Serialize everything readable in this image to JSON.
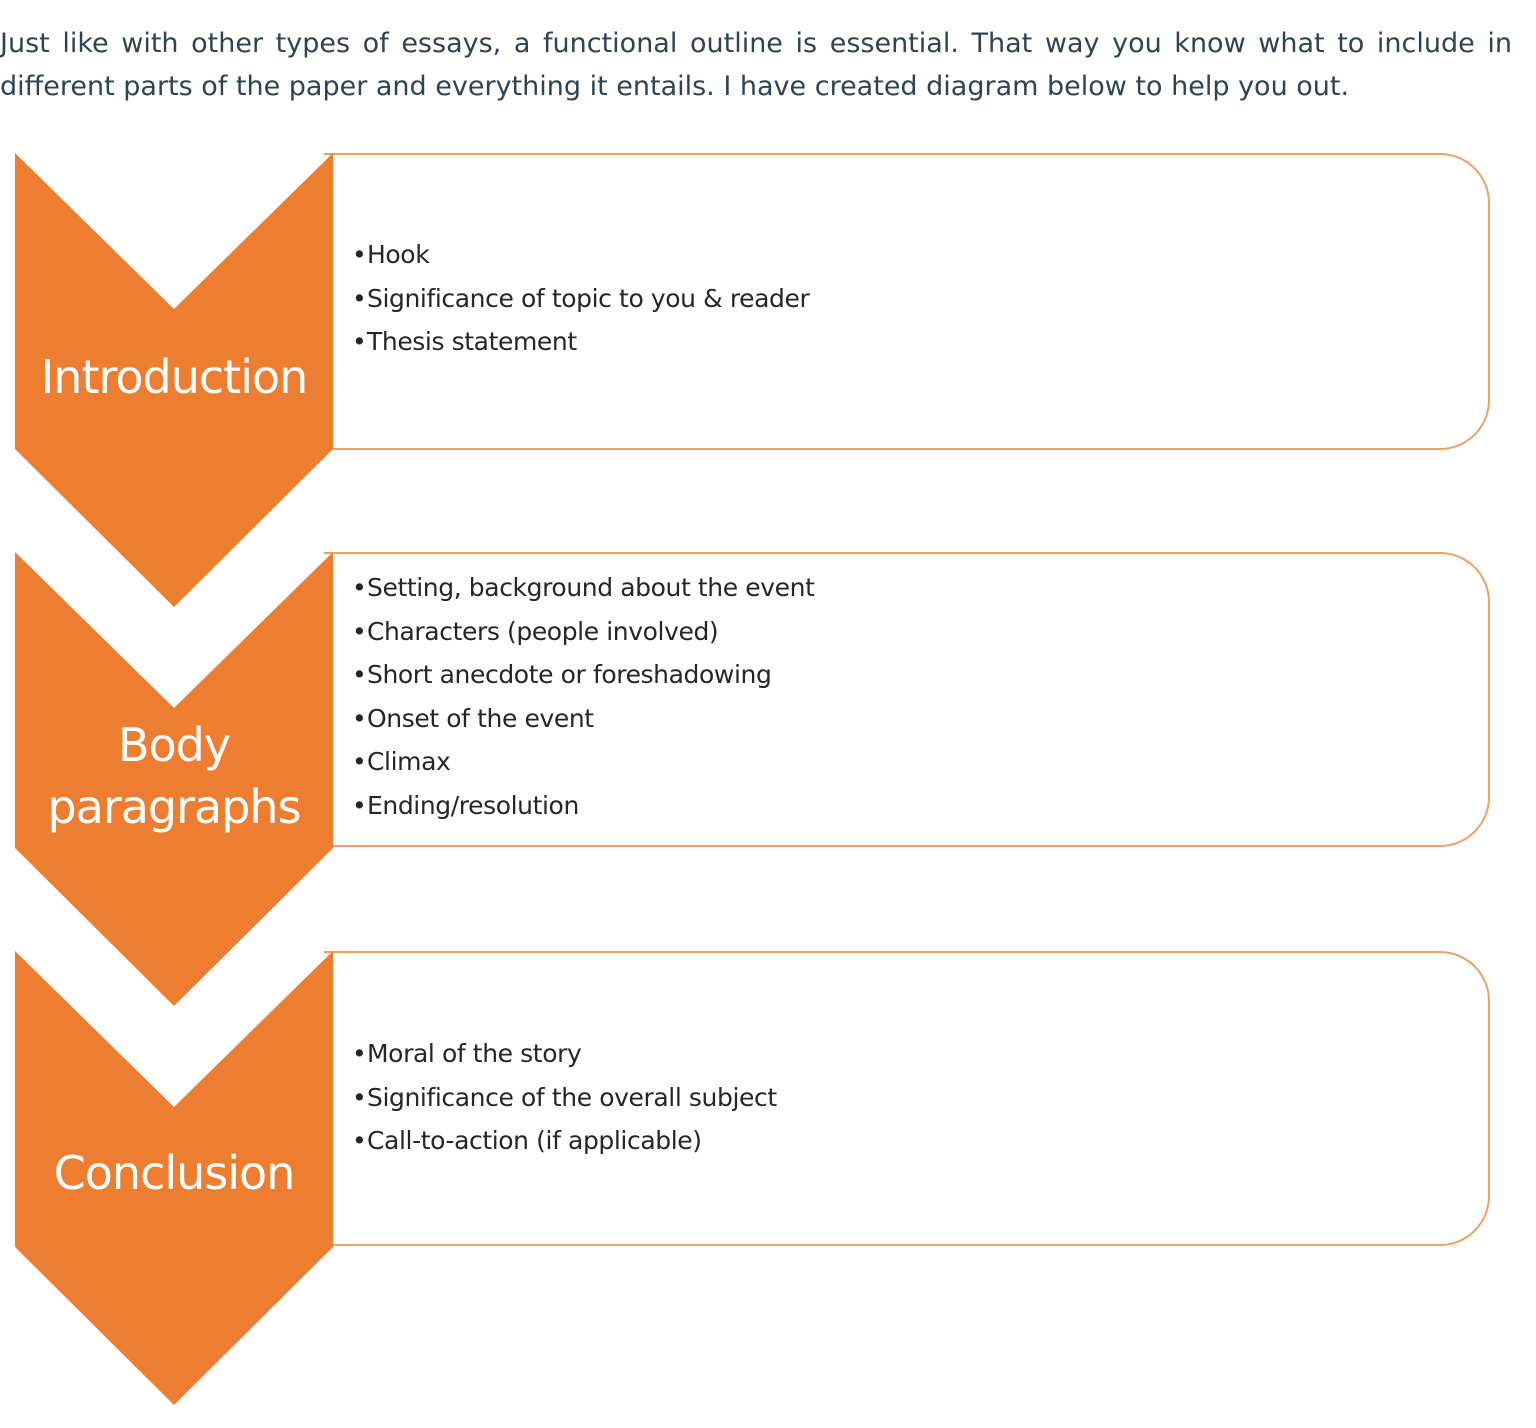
{
  "intro": {
    "text": "Just like with other types of essays, a functional outline is essential. That way you know what to include in different parts of the paper and everything it entails. I have created diagram below to help you out."
  },
  "diagram": {
    "colors": {
      "chevron_fill": "#ed7d31",
      "box_border": "#f0a066",
      "label_text": "#ffffff",
      "bullet_text": "#262626",
      "intro_text": "#2e4453"
    },
    "stages": [
      {
        "label_lines": [
          "Introduction"
        ],
        "bullets": [
          "Hook",
          "Significance of topic to you & reader",
          "Thesis statement"
        ]
      },
      {
        "label_lines": [
          "Body",
          "paragraphs"
        ],
        "bullets": [
          "Setting, background about the event",
          "Characters (people involved)",
          "Short anecdote or foreshadowing",
          "Onset of the event",
          "Climax",
          "Ending/resolution"
        ]
      },
      {
        "label_lines": [
          "Conclusion"
        ],
        "bullets": [
          "Moral of the story",
          "Significance of the overall subject",
          "Call-to-action (if applicable)"
        ]
      }
    ]
  }
}
